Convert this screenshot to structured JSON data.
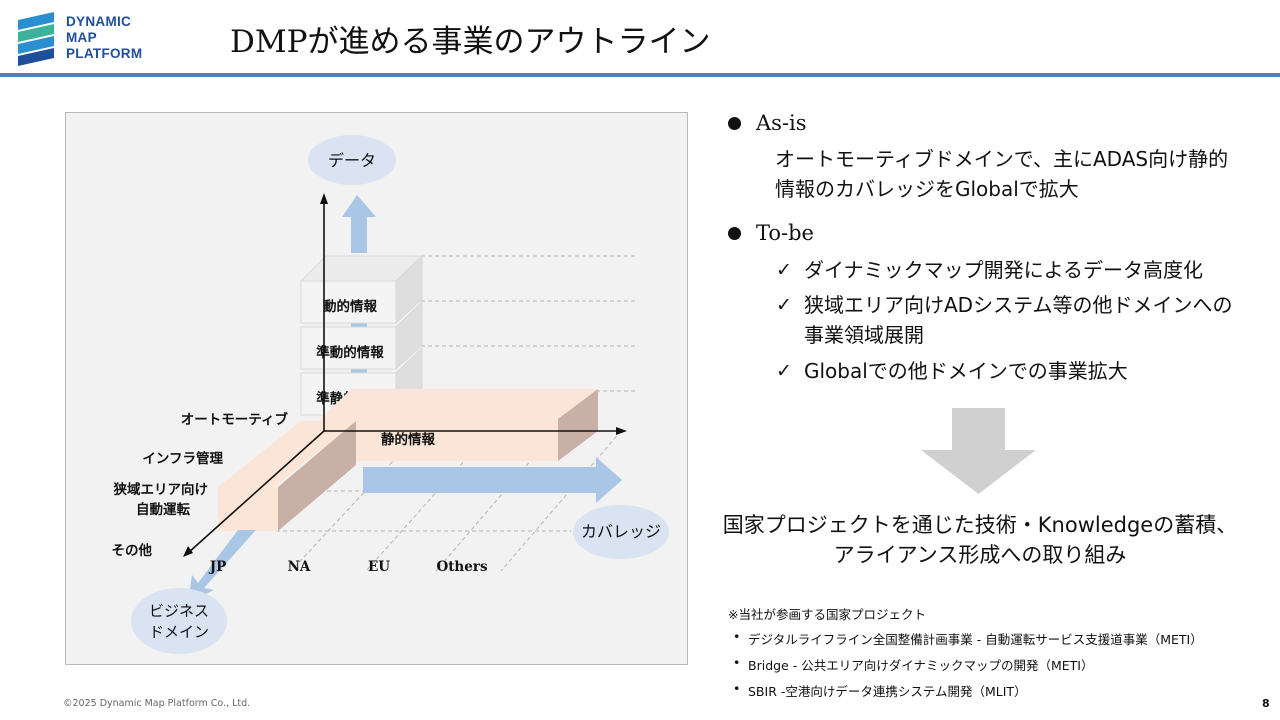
{
  "brand": {
    "logo_line1": "DYNAMIC",
    "logo_line2": "MAP",
    "logo_line3": "PLATFORM",
    "logo_colors": [
      "#2a8fd0",
      "#3db29a",
      "#1f4e9a"
    ]
  },
  "title": "DMPが進める事業のアウトライン",
  "diagram": {
    "axis_top_label": "データ",
    "axis_right_label": "カバレッジ",
    "axis_bottom_label_line1": "ビジネス",
    "axis_bottom_label_line2": "ドメイン",
    "layers": [
      "動的情報",
      "準動的情報",
      "準静的情報"
    ],
    "base_layer": "静的情報",
    "domains": [
      "オートモーティブ",
      "インフラ管理",
      "狭域エリア向け",
      "自動運転",
      "その他"
    ],
    "regions": [
      "JP",
      "NA",
      "EU",
      "Others"
    ]
  },
  "as_is": {
    "label": "As-is",
    "line1": "オートモーティブドメインで、主にADAS向け静的",
    "line2": "情報のカバレッジをGlobalで拡大"
  },
  "to_be": {
    "label": "To-be",
    "items": [
      "ダイナミックマップ開発によるデータ高度化",
      "狭域エリア向けADシステム等の他ドメインへの",
      "事業領域展開",
      "Globalでの他ドメインでの事業拡大"
    ]
  },
  "conclusion": {
    "line1": "国家プロジェクトを通じた技術・Knowledgeの蓄積、",
    "line2": "アライアンス形成への取り組み"
  },
  "projects": {
    "note": "※当社が参画する国家プロジェクト",
    "items": [
      "デジタルライフライン全国整備計画事業 - 自動運転サービス支援道事業（METI）",
      "Bridge - 公共エリア向けダイナミックマップの開発（METI）",
      "SBIR -空港向けデータ連携システム開発（MLIT）"
    ]
  },
  "footer": "©2025 Dynamic Map Platform Co., Ltd.",
  "page_number": "8",
  "colors": {
    "accent": "#4a83c2",
    "arrow_blue": "#a9c6e6",
    "peach_face": "#fbe5d6",
    "peach_side": "#c9b0a6",
    "ellipse": "#d9e3f2",
    "gray_arrow": "#d0d0d0"
  }
}
